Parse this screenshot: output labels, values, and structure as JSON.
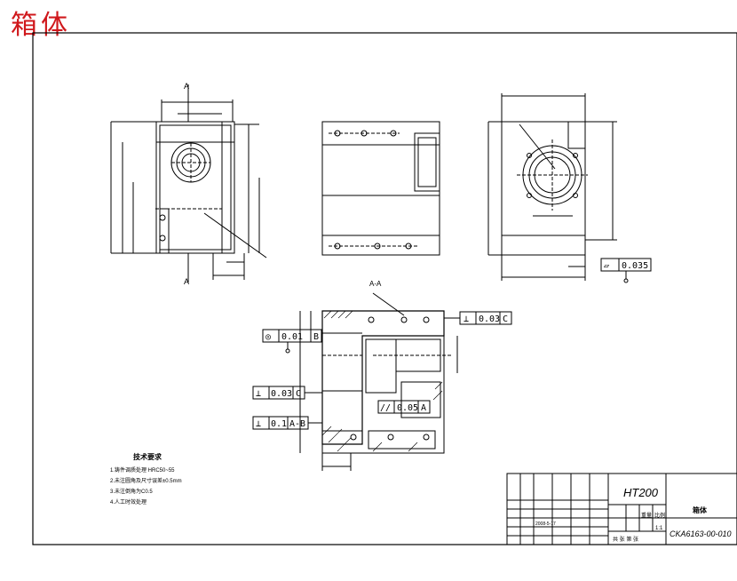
{
  "stamp": "箱体",
  "section_marks": {
    "top_a": "A",
    "bottom_a": "A",
    "section_label": "A-A"
  },
  "tolerance_frames": [
    {
      "symbol": "⊥",
      "value": "0.03",
      "datum": "C"
    },
    {
      "symbol": "◎",
      "value": "0.01",
      "datum": "B"
    },
    {
      "symbol": "⊥",
      "value": "0.03",
      "datum": "C"
    },
    {
      "symbol": "⊥",
      "value": "0.1",
      "datum": "A-B"
    },
    {
      "symbol": "//",
      "value": "0.05",
      "datum": "A"
    },
    {
      "symbol": "▱",
      "value": "0.035",
      "datum": ""
    }
  ],
  "datum_labels": {
    "a": "A",
    "b": "B",
    "c": "C"
  },
  "tech_requirements": {
    "title": "技术要求",
    "items": [
      "1.铸件调质处理 HRC50~55",
      "2.未注圆角及尺寸误差±0.5mm",
      "3.未注倒角为C0.5",
      "4.人工时效处理"
    ]
  },
  "title_block": {
    "material": "HT200",
    "part_name": "箱体",
    "drawing_number": "CKA6163-00-010",
    "date": "2008-5-17",
    "scale_label": "比例",
    "weight_label": "重量",
    "sheet_label": "共 张 第 张",
    "scale_value": "1:1"
  }
}
